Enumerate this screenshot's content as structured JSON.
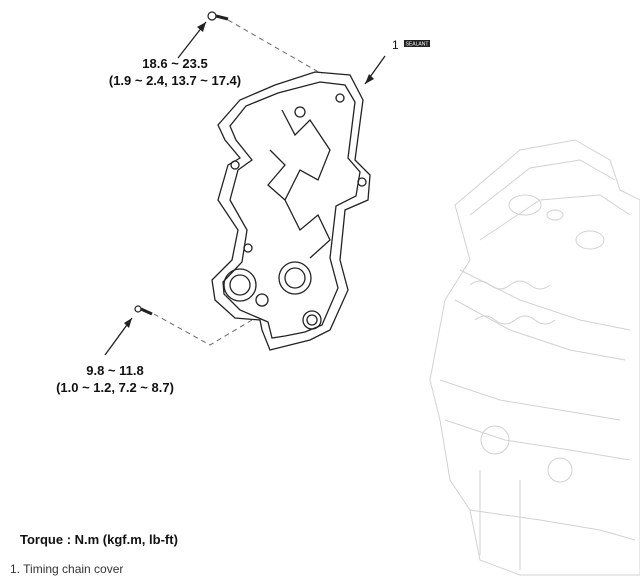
{
  "torque_upper": {
    "line1": "18.6 ~ 23.5",
    "line2": "(1.9 ~ 2.4, 13.7 ~ 17.4)"
  },
  "torque_lower": {
    "line1": "9.8 ~ 11.8",
    "line2": "(1.0 ~ 1.2, 7.2 ~ 8.7)"
  },
  "callout_number": "1",
  "sealant_tag": "SEALANT",
  "torque_units_note": "Torque : N.m (kgf.m, lb-ft)",
  "legend": [
    {
      "number": "1.",
      "text": "Timing chain cover"
    }
  ]
}
